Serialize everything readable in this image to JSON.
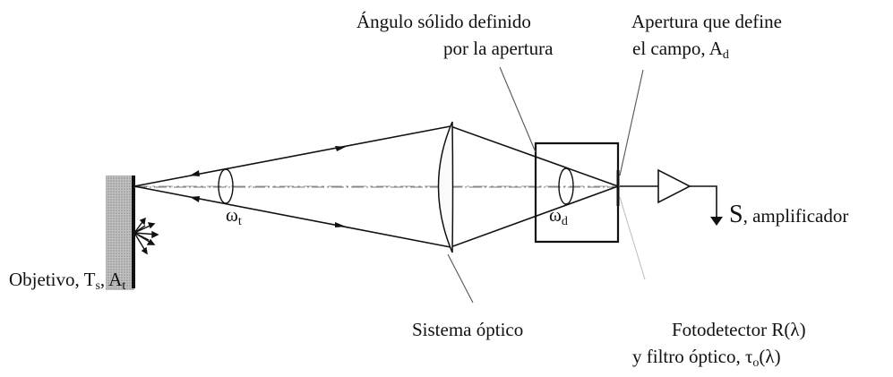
{
  "labels": {
    "solid_angle_line1": "Ángulo sólido definido",
    "solid_angle_line2": "por la apertura",
    "aperture_line1": "Apertura que define",
    "aperture_line2_main": "el campo, A",
    "aperture_line2_sub": "d",
    "omega_t_main": "ω",
    "omega_t_sub": "t",
    "omega_d_main": "ω",
    "omega_d_sub": "d",
    "amplifier_big": "S",
    "amplifier_rest": ", amplificador",
    "target_main": "Objetivo, T",
    "target_sub1": "s",
    "target_mid": ", A",
    "target_sub2": "t",
    "optics": "Sistema óptico",
    "detector_line1": "Fotodetector R(λ)",
    "detector_line2_main": "y filtro óptico, τ",
    "detector_line2_sub": "o",
    "detector_line2_end": "(λ)"
  },
  "colors": {
    "ink": "#1a1a1a",
    "hatch": "#8a8a8a"
  }
}
